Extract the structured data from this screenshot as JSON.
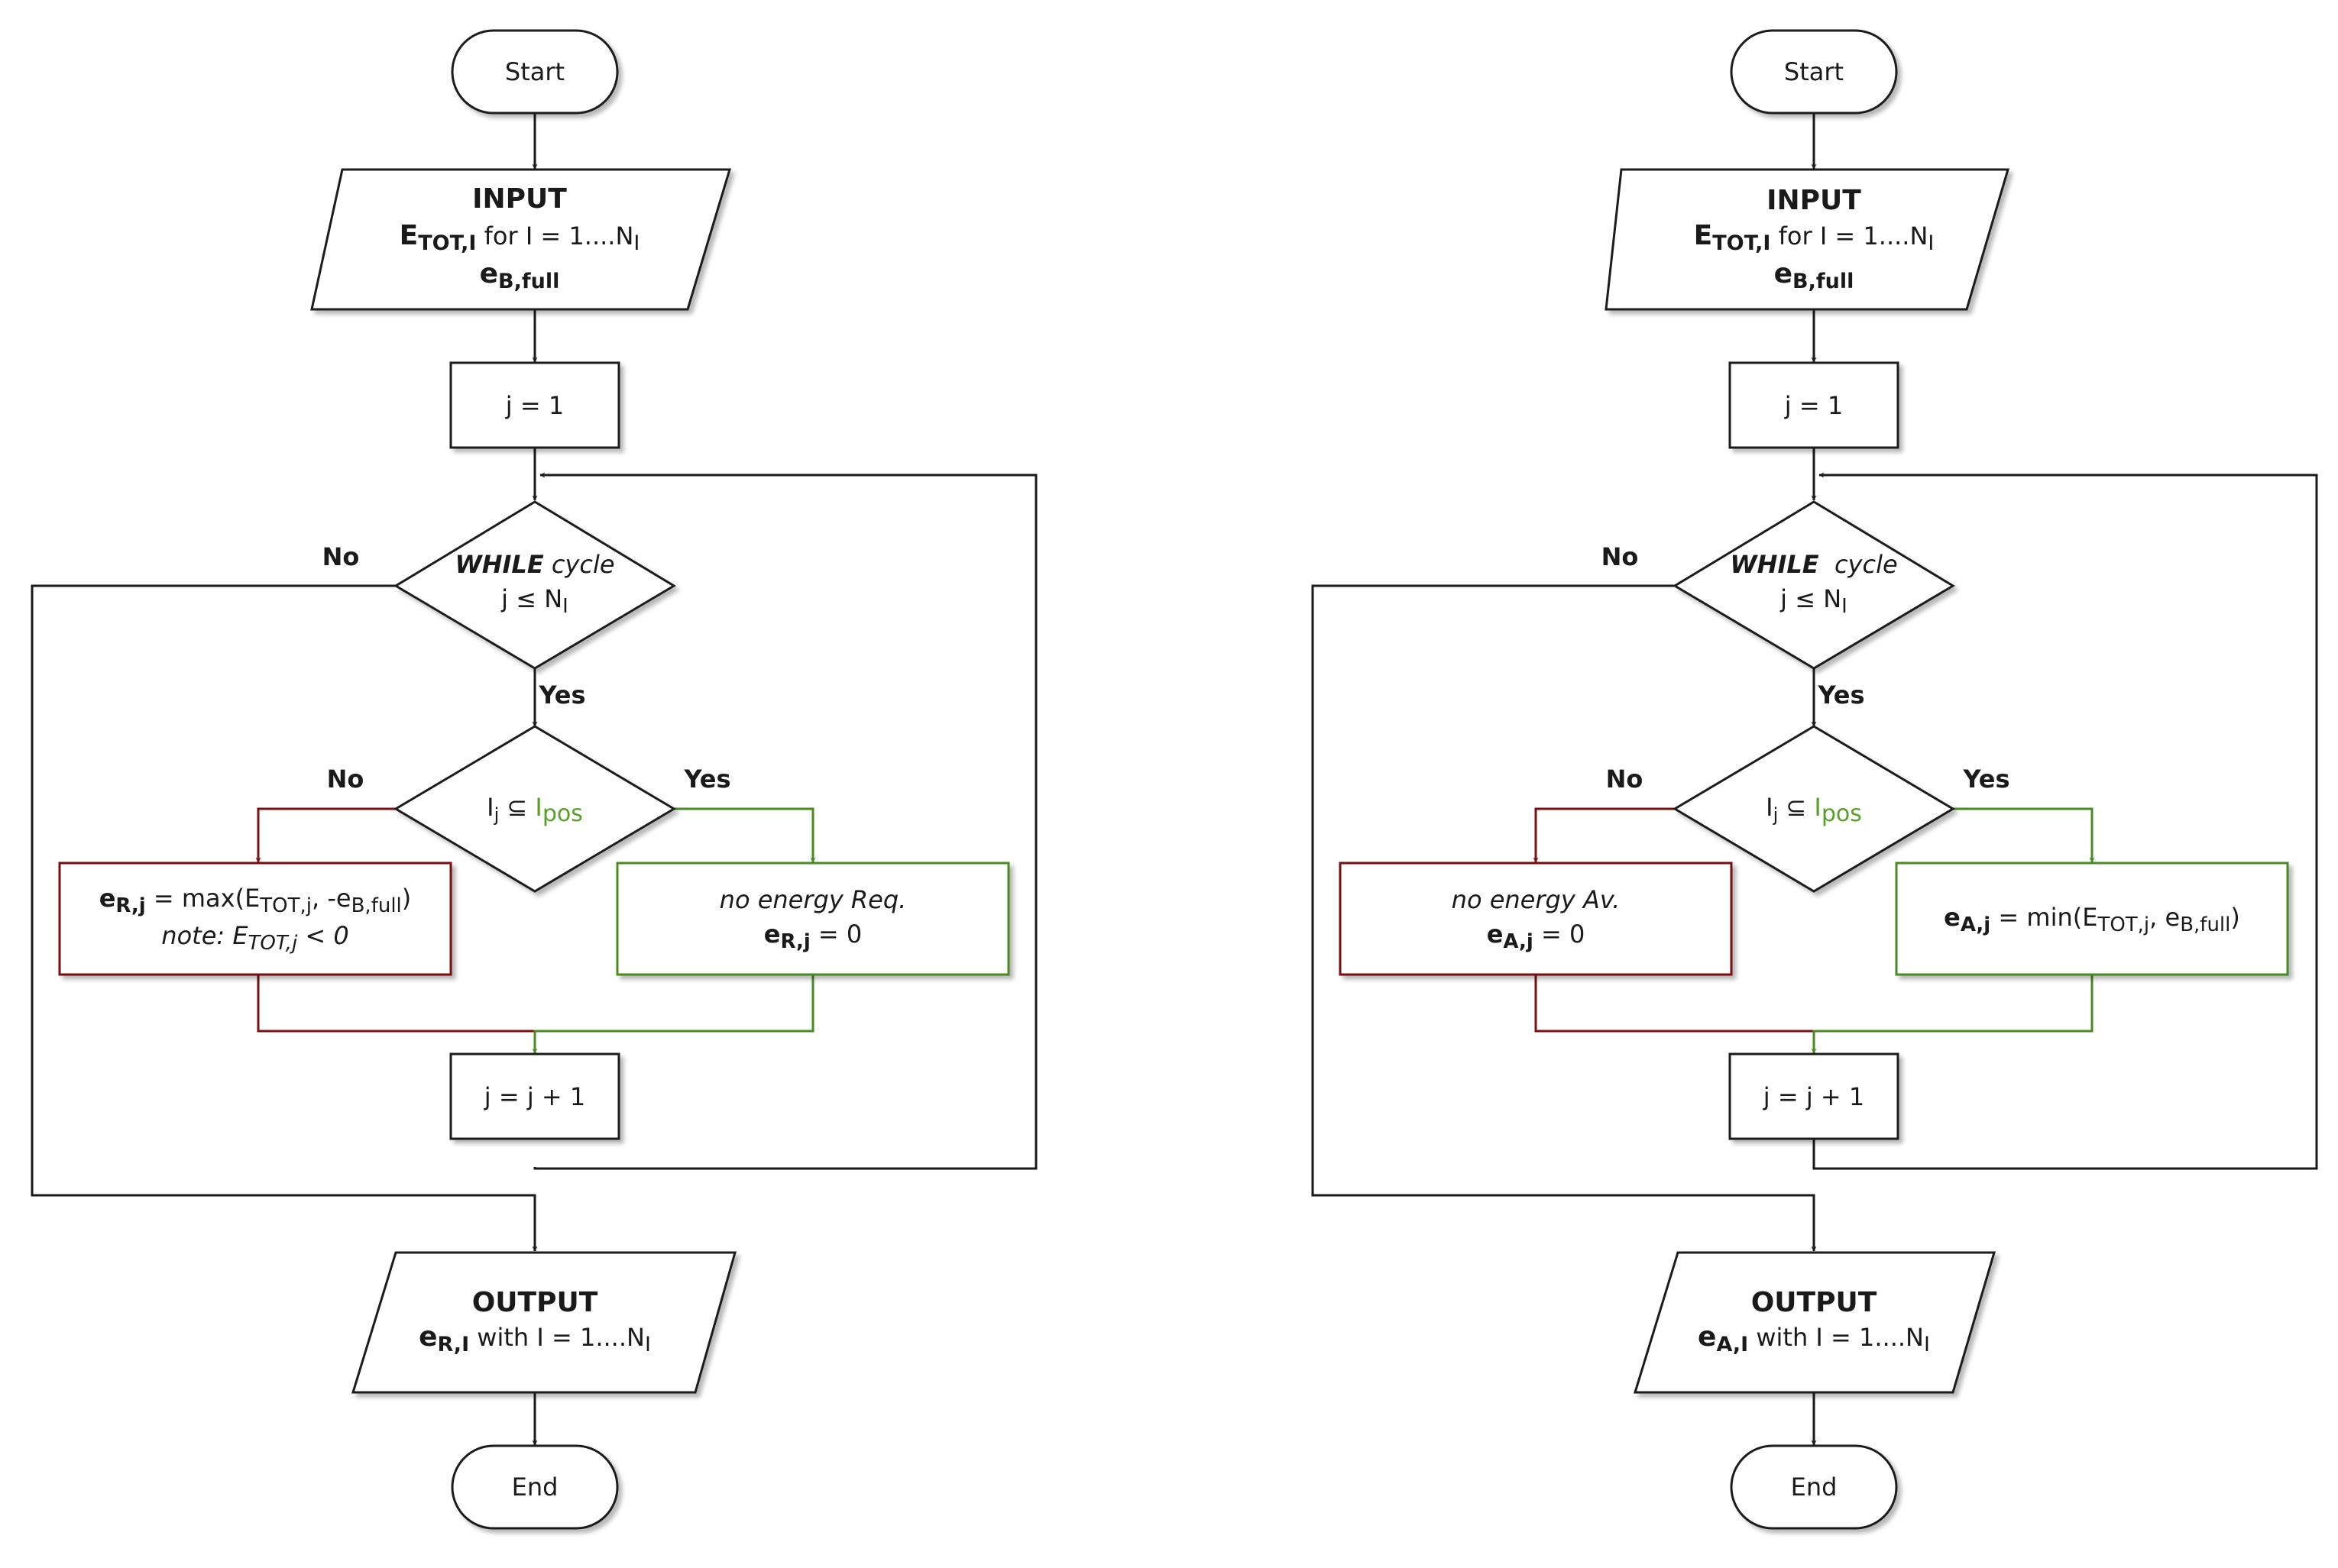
{
  "colors": {
    "stroke": "#1a1a1a",
    "red_branch": "#7a1111",
    "green_branch": "#4a8a22",
    "green_text": "#5a9e2c"
  },
  "flowcharts": [
    {
      "start": "Start",
      "input_title": "INPUT",
      "input_main": "E",
      "input_main_sub": "TOT,I",
      "input_for": " for I = 1....N",
      "input_for_sub": "I",
      "input_e": "e",
      "input_e_sub": "B,full",
      "init": "j = 1",
      "while_kw": "WHILE",
      "while_word": " cycle",
      "while_cond": "j ≤ N",
      "while_cond_sub": "I",
      "while_no": "No",
      "while_yes": "Yes",
      "cond_I": "I",
      "cond_I_sub": "j",
      "cond_sym": " ⊆ ",
      "cond_Ipos": "I",
      "cond_Ipos_sub": "pos",
      "cond_no": "No",
      "cond_yes": "Yes",
      "increment": "j = j + 1",
      "output_title": "OUTPUT",
      "output_main": "e",
      "output_main_sub": "R,I",
      "output_with": " with I = 1....N",
      "output_with_sub": "I",
      "end": "End",
      "left_box": {
        "v1": "e",
        "v1_sub": "R,j",
        "v2": " = max(E",
        "v2_sub": "TOT,j",
        "v3": ", -e",
        "v3_sub": "B,full",
        "v4": ")",
        "note1": "note: E",
        "note1_sub": "TOT,j",
        "note2": " < 0"
      },
      "right_box": {
        "line1": "no energy Req.",
        "v1": "e",
        "v1_sub": "R,j",
        "v2": " = 0"
      }
    },
    {
      "start": "Start",
      "input_title": "INPUT",
      "input_main": "E",
      "input_main_sub": "TOT,I",
      "input_for": " for I = 1....N",
      "input_for_sub": "I",
      "input_e": "e",
      "input_e_sub": "B,full",
      "init": "j = 1",
      "while_kw": "WHILE",
      "while_word": "  cycle",
      "while_cond": "j ≤ N",
      "while_cond_sub": "I",
      "while_no": "No",
      "while_yes": "Yes",
      "cond_I": "I",
      "cond_I_sub": "j",
      "cond_sym": " ⊆ ",
      "cond_Ipos": "I",
      "cond_Ipos_sub": "pos",
      "cond_no": "No",
      "cond_yes": "Yes",
      "increment": "j = j + 1",
      "output_title": "OUTPUT",
      "output_main": "e",
      "output_main_sub": "A,I",
      "output_with": " with I = 1....N",
      "output_with_sub": "I",
      "end": "End",
      "left_box": {
        "line1": "no energy Av.",
        "v1": "e",
        "v1_sub": "A,j",
        "v2": " = 0"
      },
      "right_box": {
        "v1": "e",
        "v1_sub": "A,j",
        "v2": " = min(E",
        "v2_sub": "TOT,j",
        "v3": ", e",
        "v3_sub": "B,full",
        "v4": ")"
      }
    }
  ]
}
